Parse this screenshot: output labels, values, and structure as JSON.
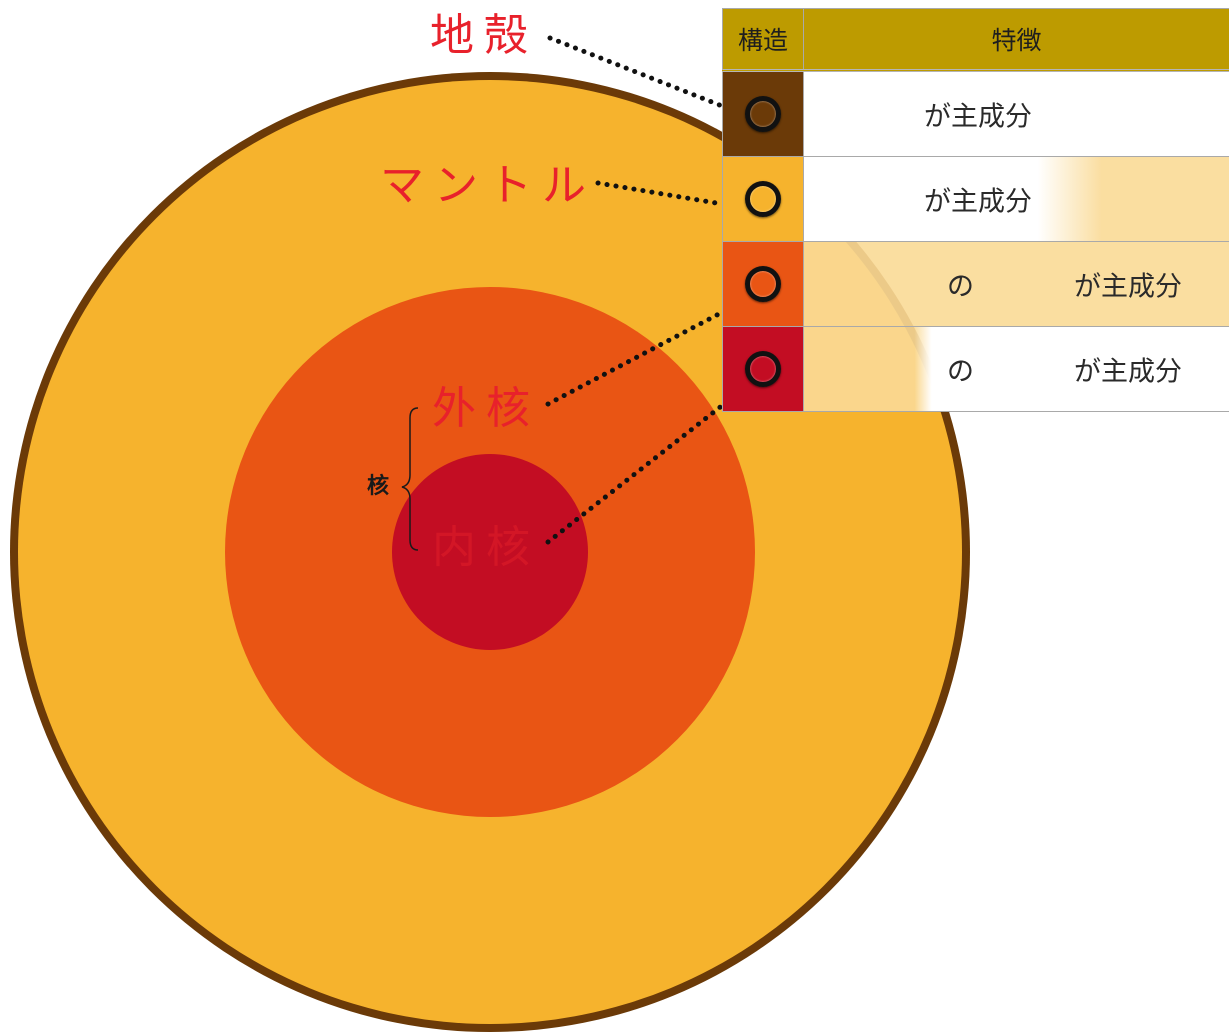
{
  "labels": {
    "crust": "地殻",
    "mantle": "マントル",
    "outer_core": "外核",
    "inner_core": "内核",
    "core_group": "核"
  },
  "table": {
    "header_structure": "構造",
    "header_feature": "特徴",
    "rows": [
      {
        "layer": "crust",
        "color": "#6b3a08",
        "text_parts": [
          "が主成分"
        ]
      },
      {
        "layer": "mantle",
        "color": "#f6b32d",
        "text_parts": [
          "が主成分"
        ]
      },
      {
        "layer": "outer_core",
        "color": "#e95514",
        "text_parts": [
          "の",
          "が主成分"
        ]
      },
      {
        "layer": "inner_core",
        "color": "#c30d23",
        "text_parts": [
          "の",
          "が主成分"
        ]
      }
    ]
  },
  "colors": {
    "crust": "#6b3a08",
    "mantle": "#f6b32d",
    "outer_core": "#e95514",
    "inner_core": "#c30d23",
    "label_red": "#e8212b",
    "header_gold": "#bd9b00"
  }
}
